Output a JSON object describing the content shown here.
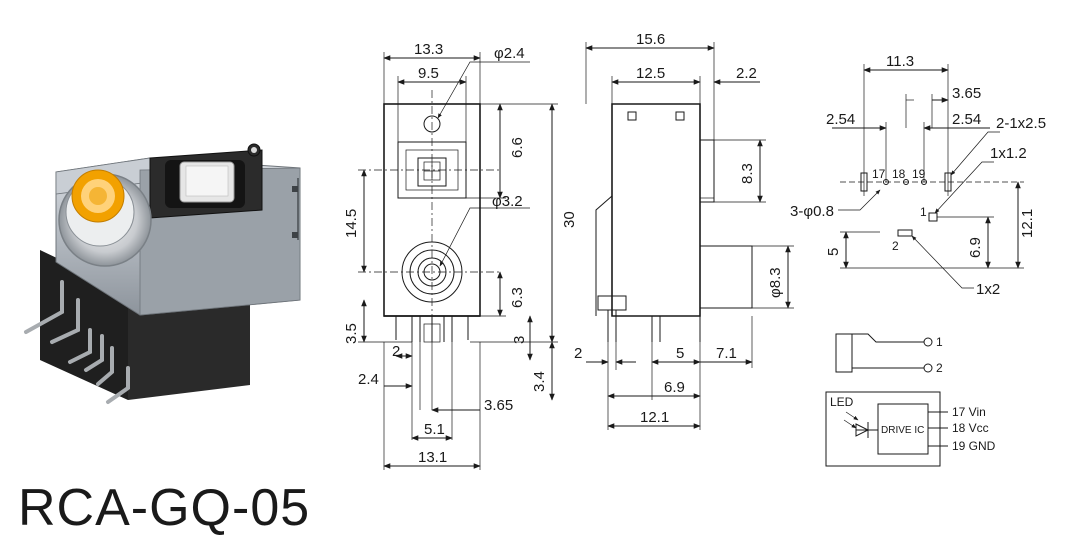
{
  "title": "RCA-GQ-05",
  "front_view": {
    "width_outer": "13.3",
    "width_inner": "9.5",
    "hole_dia": "φ2.4",
    "optical_height": "6.6",
    "height_total": "30",
    "left_height": "14.5",
    "rca_dia": "φ3.2",
    "rca_offset": "6.3",
    "pin_height": "3.5",
    "pin_len": "3",
    "pin_gap": "2",
    "bottom_offset": "2.4",
    "lead_len": "3.4",
    "pitch": "3.65",
    "span_inner": "5.1",
    "span_outer": "13.1"
  },
  "side_view": {
    "total": "15.6",
    "upper": "12.5",
    "stub": "2.2",
    "opt_h": "8.3",
    "rca_dia": "φ8.3",
    "pin_off": "2",
    "pin_gap": "5",
    "back": "7.1",
    "pin_span": "6.9",
    "base": "12.1"
  },
  "pcb_layout": {
    "span": "11.3",
    "pitch_r": "3.65",
    "pitch_l": "2.54",
    "pitch_r2": "2.54",
    "slot_large": "2-1x2.5",
    "slot_small": "1x1.2",
    "hole": "3-φ0.8",
    "pin_labels": [
      "17",
      "18",
      "19"
    ],
    "pin1": "1",
    "pin2": "2",
    "y_pin1": "12.1",
    "y_mid": "6.9",
    "y_low": "5",
    "slot_pin2": "1x2"
  },
  "schematic": {
    "jack_pins": [
      "1",
      "2"
    ],
    "led_label": "LED",
    "ic_label": "DRIVE IC",
    "ic_pins": [
      "17 Vin",
      "18 Vcc",
      "19 GND"
    ]
  }
}
